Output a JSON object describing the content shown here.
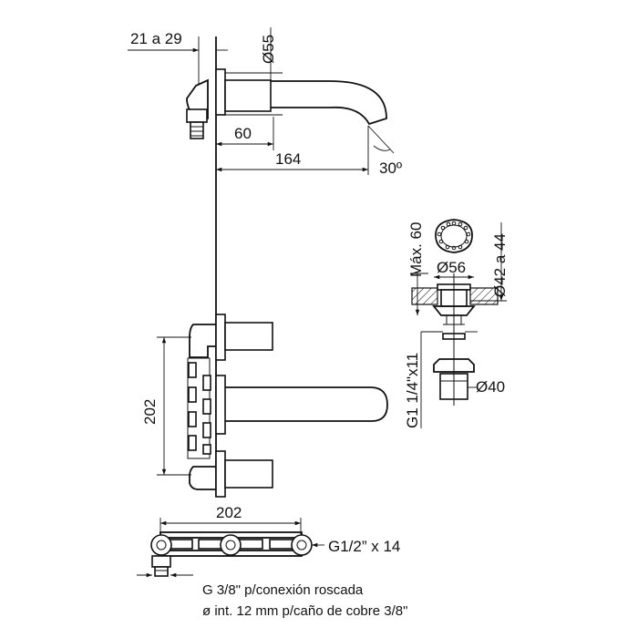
{
  "dimensions": {
    "d_21_29": "21 a 29",
    "d_55": "Ø55",
    "d_60": "60",
    "d_164": "164",
    "d_30": "30º",
    "d_max60": "Máx. 60",
    "d_56": "Ø56",
    "d_42_44": "Ø42 a 44",
    "d_g114": "G1 1/4\"x11",
    "d_40": "Ø40",
    "d_202_v": "202",
    "d_202_h": "202",
    "d_g12": "G1/2” x 14"
  },
  "notes": {
    "line1": "G 3/8\" p/conexión roscada",
    "line2": "ø int. 12 mm p/caño de cobre 3/8\""
  }
}
